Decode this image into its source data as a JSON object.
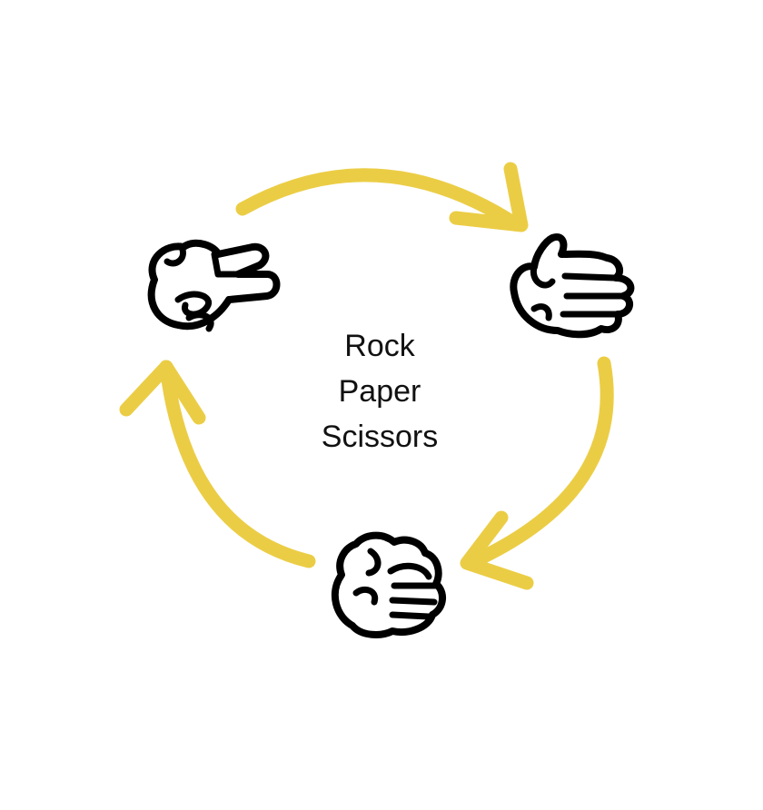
{
  "diagram": {
    "title_lines": [
      "Rock",
      "Paper",
      "Scissors"
    ],
    "nodes": [
      {
        "id": "scissors",
        "icon": "scissors-hand-icon"
      },
      {
        "id": "paper",
        "icon": "paper-hand-icon"
      },
      {
        "id": "rock",
        "icon": "rock-fist-icon"
      }
    ],
    "cycle": [
      {
        "from": "scissors",
        "to": "paper"
      },
      {
        "from": "paper",
        "to": "rock"
      },
      {
        "from": "rock",
        "to": "scissors"
      }
    ]
  },
  "colors": {
    "arrow": "#ebcd45",
    "ink": "#000000",
    "text": "#111111",
    "background": "#ffffff"
  }
}
